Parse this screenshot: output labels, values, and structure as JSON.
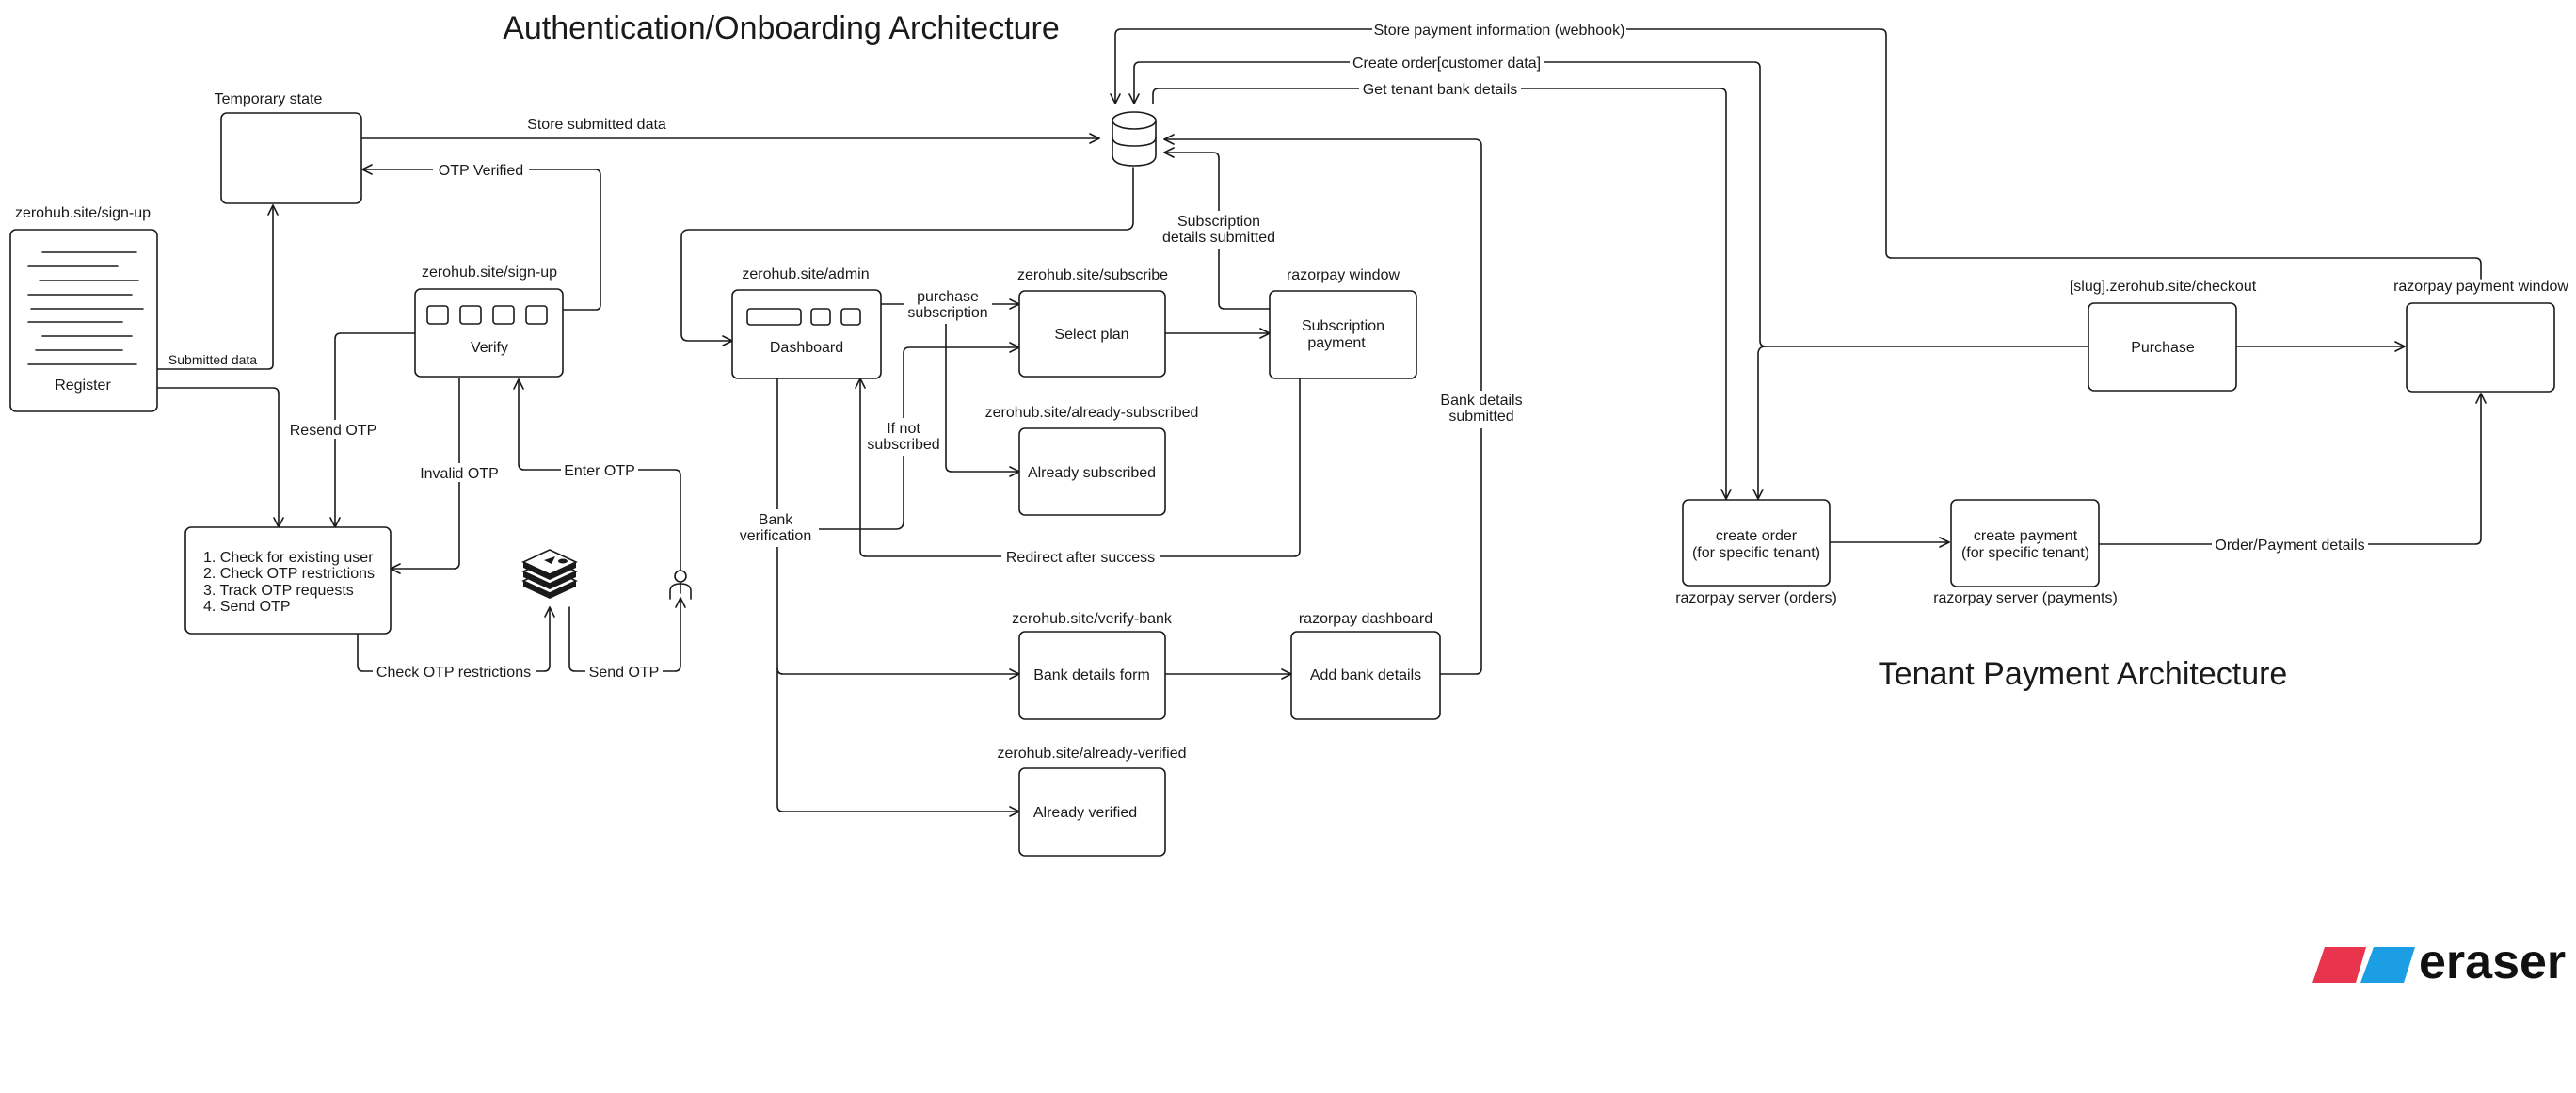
{
  "titles": {
    "auth": "Authentication/Onboarding Architecture",
    "tenant": "Tenant Payment Architecture"
  },
  "nodes": {
    "register": {
      "caption": "zerohub.site/sign-up",
      "label": "Register",
      "icon": "document-icon"
    },
    "temp_state": {
      "caption": "Temporary state",
      "label": ""
    },
    "verify": {
      "caption": "zerohub.site/sign-up",
      "label": "Verify",
      "icon": "otp-input-icon"
    },
    "checks": {
      "lines": [
        "1. Check for existing user",
        "2. Check OTP restrictions",
        "3. Track OTP requests",
        "4. Send OTP"
      ]
    },
    "redis": {
      "icon": "redis-stack-icon"
    },
    "user": {
      "icon": "user-icon"
    },
    "database": {
      "icon": "database-icon"
    },
    "dashboard": {
      "caption": "zerohub.site/admin",
      "label": "Dashboard",
      "icon": "toolbar-icon"
    },
    "select_plan": {
      "caption": "zerohub.site/subscribe",
      "label": "Select plan"
    },
    "sub_payment": {
      "caption": "razorpay window",
      "label_lines": [
        "Subscription",
        "payment"
      ]
    },
    "already_subscribed": {
      "caption": "zerohub.site/already-subscribed",
      "label": "Already subscribed"
    },
    "bank_form": {
      "caption": "zerohub.site/verify-bank",
      "label": "Bank details form"
    },
    "add_bank": {
      "caption": "razorpay dashboard",
      "label": "Add bank details"
    },
    "already_verified": {
      "caption": "zerohub.site/already-verified",
      "label": "Already verified"
    },
    "purchase": {
      "caption": "[slug].zerohub.site/checkout",
      "label": "Purchase"
    },
    "payment_window": {
      "caption": "razorpay payment window",
      "label": ""
    },
    "create_order": {
      "caption": "razorpay server (orders)",
      "label_lines": [
        "create order",
        "(for specific tenant)"
      ]
    },
    "create_payment": {
      "caption": "razorpay server (payments)",
      "label_lines": [
        "create payment",
        "(for specific tenant)"
      ]
    }
  },
  "edges": {
    "submitted_data": "Submitted data",
    "store_submitted": "Store submitted data",
    "otp_verified": "OTP Verified",
    "resend_otp": "Resend OTP",
    "invalid_otp": "Invalid OTP",
    "enter_otp": "Enter OTP",
    "check_otp_restrictions": "Check OTP restrictions",
    "send_otp": "Send OTP",
    "purchase_subscription": [
      "purchase",
      "subscription"
    ],
    "if_not_subscribed": [
      "If not",
      "subscribed"
    ],
    "bank_verification": [
      "Bank",
      "verification"
    ],
    "redirect_after_success": "Redirect after success",
    "subscription_details_submitted": [
      "Subscription",
      "details submitted"
    ],
    "bank_details_submitted": [
      "Bank details",
      "submitted"
    ],
    "store_payment_info": "Store payment information (webhook)",
    "create_order_customer": "Create order[customer data]",
    "get_tenant_bank": "Get tenant bank details",
    "order_payment_details": "Order/Payment details"
  },
  "brand": {
    "name": "eraser",
    "colors": {
      "red": "#e8344c",
      "blue": "#1c9ee5"
    }
  }
}
